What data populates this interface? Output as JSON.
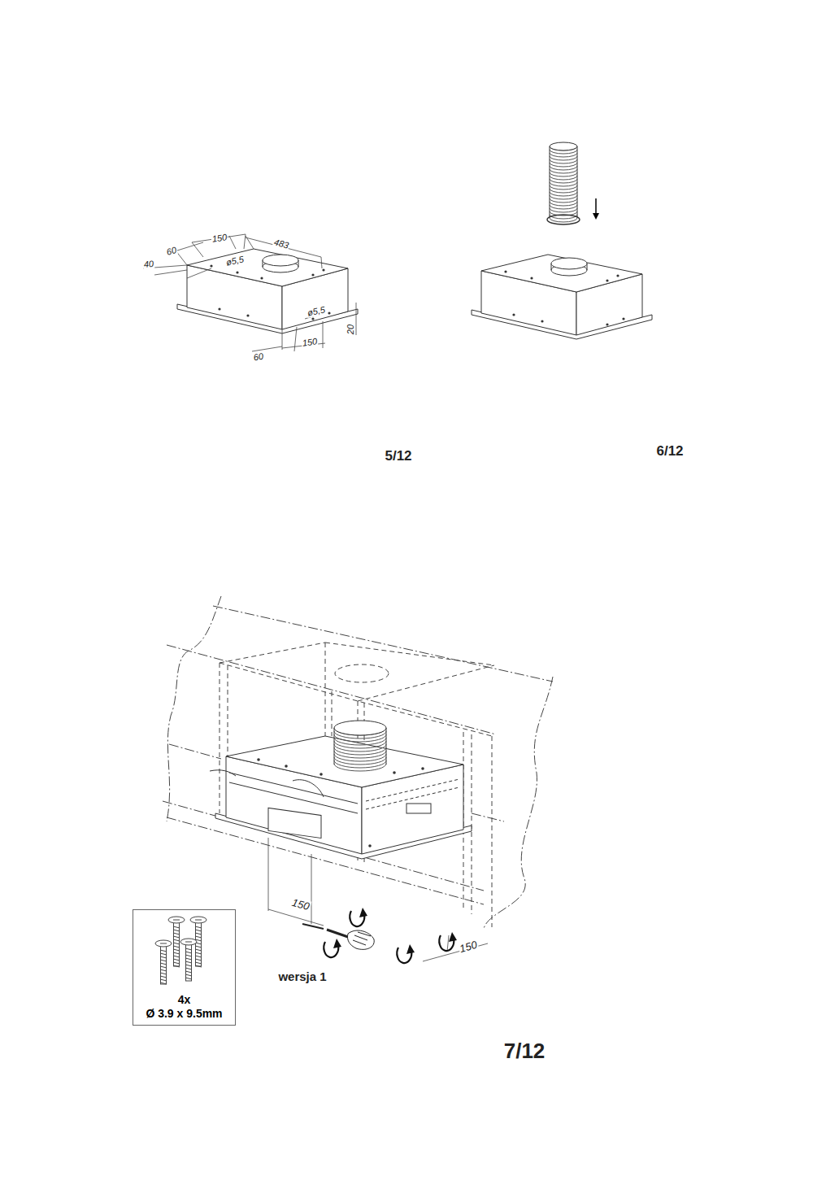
{
  "diagram": {
    "nodes": [
      {
        "text": [
          "4x",
          "Ø 3.9 x 9.5mm"
        ]
      }
    ],
    "labels": [
      "60",
      "150",
      "483",
      "40",
      "ø5,5",
      "ø5,5",
      "20",
      "60",
      "150",
      "5/12",
      "6/12",
      "150",
      "150",
      "wersja 1",
      "7/12"
    ]
  }
}
